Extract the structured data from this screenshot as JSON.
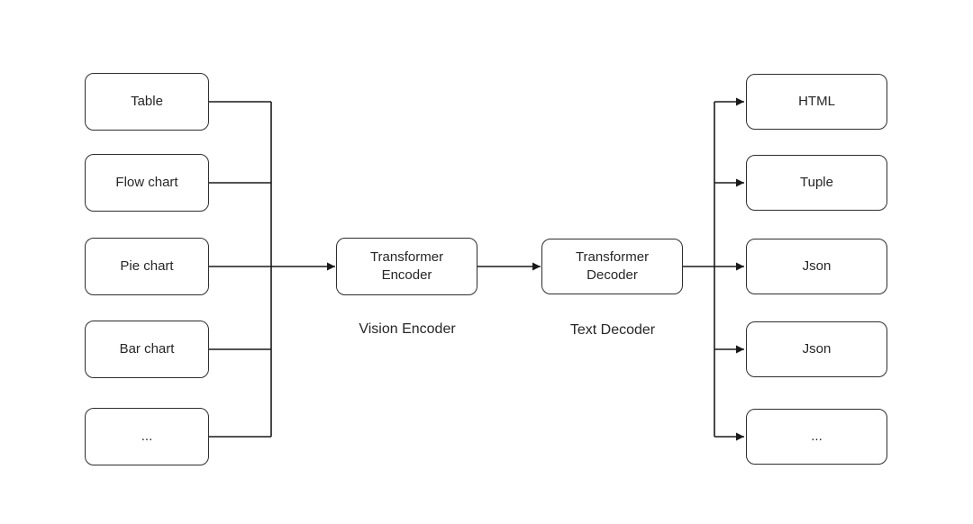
{
  "diagram": {
    "colors": {
      "background": "#ffffff",
      "line": "#1a1a1a",
      "box_border": "#2e2e2e",
      "box_fill": "#ffffff",
      "text": "#262626"
    },
    "inputs": [
      {
        "label": "Table"
      },
      {
        "label": "Flow chart"
      },
      {
        "label": "Pie chart"
      },
      {
        "label": "Bar chart"
      },
      {
        "label": "..."
      }
    ],
    "processors": [
      {
        "label": "Transformer Encoder",
        "caption": "Vision Encoder"
      },
      {
        "label": "Transformer Decoder",
        "caption": "Text Decoder"
      }
    ],
    "outputs": [
      {
        "label": "HTML"
      },
      {
        "label": "Tuple"
      },
      {
        "label": "Json"
      },
      {
        "label": "Json"
      },
      {
        "label": "..."
      }
    ]
  }
}
